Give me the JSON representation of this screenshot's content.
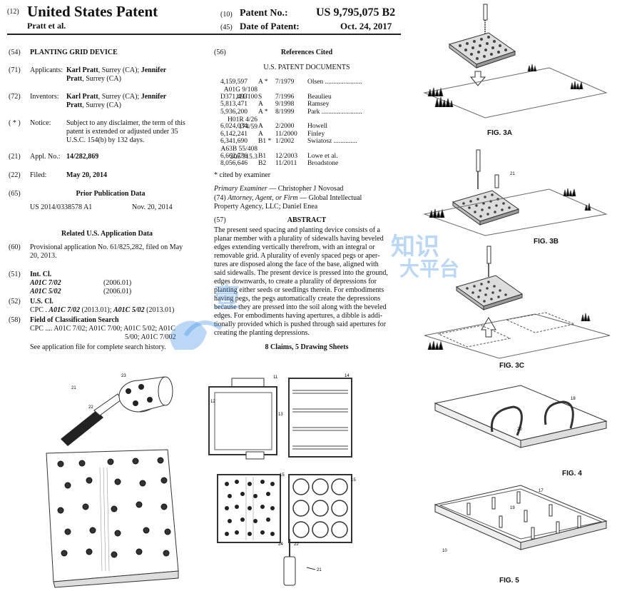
{
  "header": {
    "num12": "(12)",
    "title": "United States Patent",
    "inventor_short": "Pratt et al.",
    "num10": "(10)",
    "patent_no_label": "Patent No.:",
    "patent_no": "US 9,795,075 B2",
    "num45": "(45)",
    "date_label": "Date of Patent:",
    "date": "Oct. 24, 2017"
  },
  "biblio": {
    "f54": {
      "num": "(54)",
      "text": "PLANTING GRID DEVICE"
    },
    "f71": {
      "num": "(71)",
      "label": "Applicants:",
      "l1a": "Karl Pratt",
      "l1b": ", Surrey (CA); ",
      "l1c": "Jennifer",
      "l2a": "Pratt",
      "l2b": ", Surrey (CA)"
    },
    "f72": {
      "num": "(72)",
      "label": "Inventors:",
      "l1a": "Karl Pratt",
      "l1b": ", Surrey (CA); ",
      "l1c": "Jennifer",
      "l2a": "Pratt",
      "l2b": ", Surrey (CA)"
    },
    "notice": {
      "num": "( * )",
      "label": "Notice:",
      "l1": "Subject to any disclaimer, the term of this",
      "l2": "patent is extended or adjusted under 35",
      "l3": "U.S.C. 154(b) by 132 days."
    },
    "f21": {
      "num": "(21)",
      "label": "Appl. No.:",
      "value": "14/282,869"
    },
    "f22": {
      "num": "(22)",
      "label": "Filed:",
      "value": "May 20, 2014"
    },
    "f65": {
      "num": "(65)",
      "heading": "Prior Publication Data",
      "pub": "US 2014/0338578 A1",
      "date": "Nov. 20, 2014"
    },
    "related_heading": "Related U.S. Application Data",
    "f60": {
      "num": "(60)",
      "l1": "Provisional application No. 61/825,282, filed on May",
      "l2": "20, 2013."
    },
    "f51": {
      "num": "(51)",
      "label": "Int. Cl.",
      "c1": "A01C 7/02",
      "c1d": "(2006.01)",
      "c2": "A01C 5/02",
      "c2d": "(2006.01)"
    },
    "f52": {
      "num": "(52)",
      "label": "U.S. Cl.",
      "cpc_label": "CPC .",
      "cpc1": "A01C 7/02",
      "cpc1d": "(2013.01);",
      "cpc2": "A01C 5/02",
      "cpc2d": "(2013.01)"
    },
    "f58": {
      "num": "(58)",
      "label": "Field of Classification Search",
      "l1": "CPC .... A01C 7/02; A01C 7/00; A01C 5/02; A01C",
      "l2": "5/00; A01C 7/002",
      "l3": "See application file for complete search history."
    }
  },
  "references": {
    "num": "(56)",
    "heading": "References Cited",
    "sub": "U.S. PATENT DOCUMENTS",
    "rows": [
      {
        "no": "4,159,597",
        "kind": "A *",
        "date": "7/1979",
        "name": "Olsen ......................",
        "cls": "A01G 9/108"
      },
      {
        "no": "",
        "kind": "",
        "date": "",
        "name": "",
        "cls": "111/100"
      },
      {
        "no": "D371,493",
        "kind": "S",
        "date": "7/1996",
        "name": "Beaulieu",
        "cls": ""
      },
      {
        "no": "5,813,471",
        "kind": "A",
        "date": "9/1998",
        "name": "Ramsey",
        "cls": ""
      },
      {
        "no": "5,936,200",
        "kind": "A *",
        "date": "8/1999",
        "name": "Park ........................",
        "cls": "H01R 4/26"
      },
      {
        "no": "",
        "kind": "",
        "date": "",
        "name": "",
        "cls": "174/59"
      },
      {
        "no": "6,024,034",
        "kind": "A",
        "date": "2/2000",
        "name": "Howell",
        "cls": ""
      },
      {
        "no": "6,142,241",
        "kind": "A",
        "date": "11/2000",
        "name": "Finley",
        "cls": ""
      },
      {
        "no": "6,341,690",
        "kind": "B1 *",
        "date": "1/2002",
        "name": "Swiatosz ..............",
        "cls": "A63B 55/408"
      },
      {
        "no": "",
        "kind": "",
        "date": "",
        "name": "",
        "cls": "206/315.3"
      },
      {
        "no": "6,662,736",
        "kind": "B1",
        "date": "12/2003",
        "name": "Lowe et al.",
        "cls": ""
      },
      {
        "no": "8,056,646",
        "kind": "B2",
        "date": "11/2011",
        "name": "Broadstone",
        "cls": ""
      }
    ],
    "cited": "* cited by examiner",
    "examiner_label": "Primary Examiner",
    "examiner": " — Christopher J Novosad",
    "attorney_num": "(74)",
    "attorney_label": "Attorney, Agent, or Firm",
    "attorney": " — Global Intellectual",
    "attorney2": "Property Agency, LLC; Daniel Enea"
  },
  "abstract": {
    "num": "(57)",
    "heading": "ABSTRACT",
    "lines": [
      "The present seed spacing and planting device consists of a",
      "planar member with a plurality of sidewalls having beveled",
      "edges extending vertically therefrom, with an integral or",
      "removable grid. A plurality of evenly spaced pegs or aper-",
      "tures are disposed along the face of the base, aligned with",
      "said sidewalls. The present device is pressed into the ground,",
      "edges downwards, to create a plurality of depressions for",
      "planting either seeds or seedlings therein. For embodiments",
      "having pegs, the pegs automatically create the depressions",
      "because they are pressed into the soil along with the beveled",
      "edges. For embodiments having apertures, a dibble is addi-",
      "tionally provided which is pushed through said apertures for",
      "creating the planting depressions."
    ],
    "claims": "8 Claims, 5 Drawing Sheets"
  },
  "figures": {
    "fig3a": "FIG. 3A",
    "fig3b": "FIG. 3B",
    "fig3c": "FIG. 3C",
    "fig4": "FIG. 4",
    "fig5": "FIG. 5"
  },
  "watermark": {
    "t1": "知识",
    "t2": "大平台",
    "t3": "壹"
  }
}
